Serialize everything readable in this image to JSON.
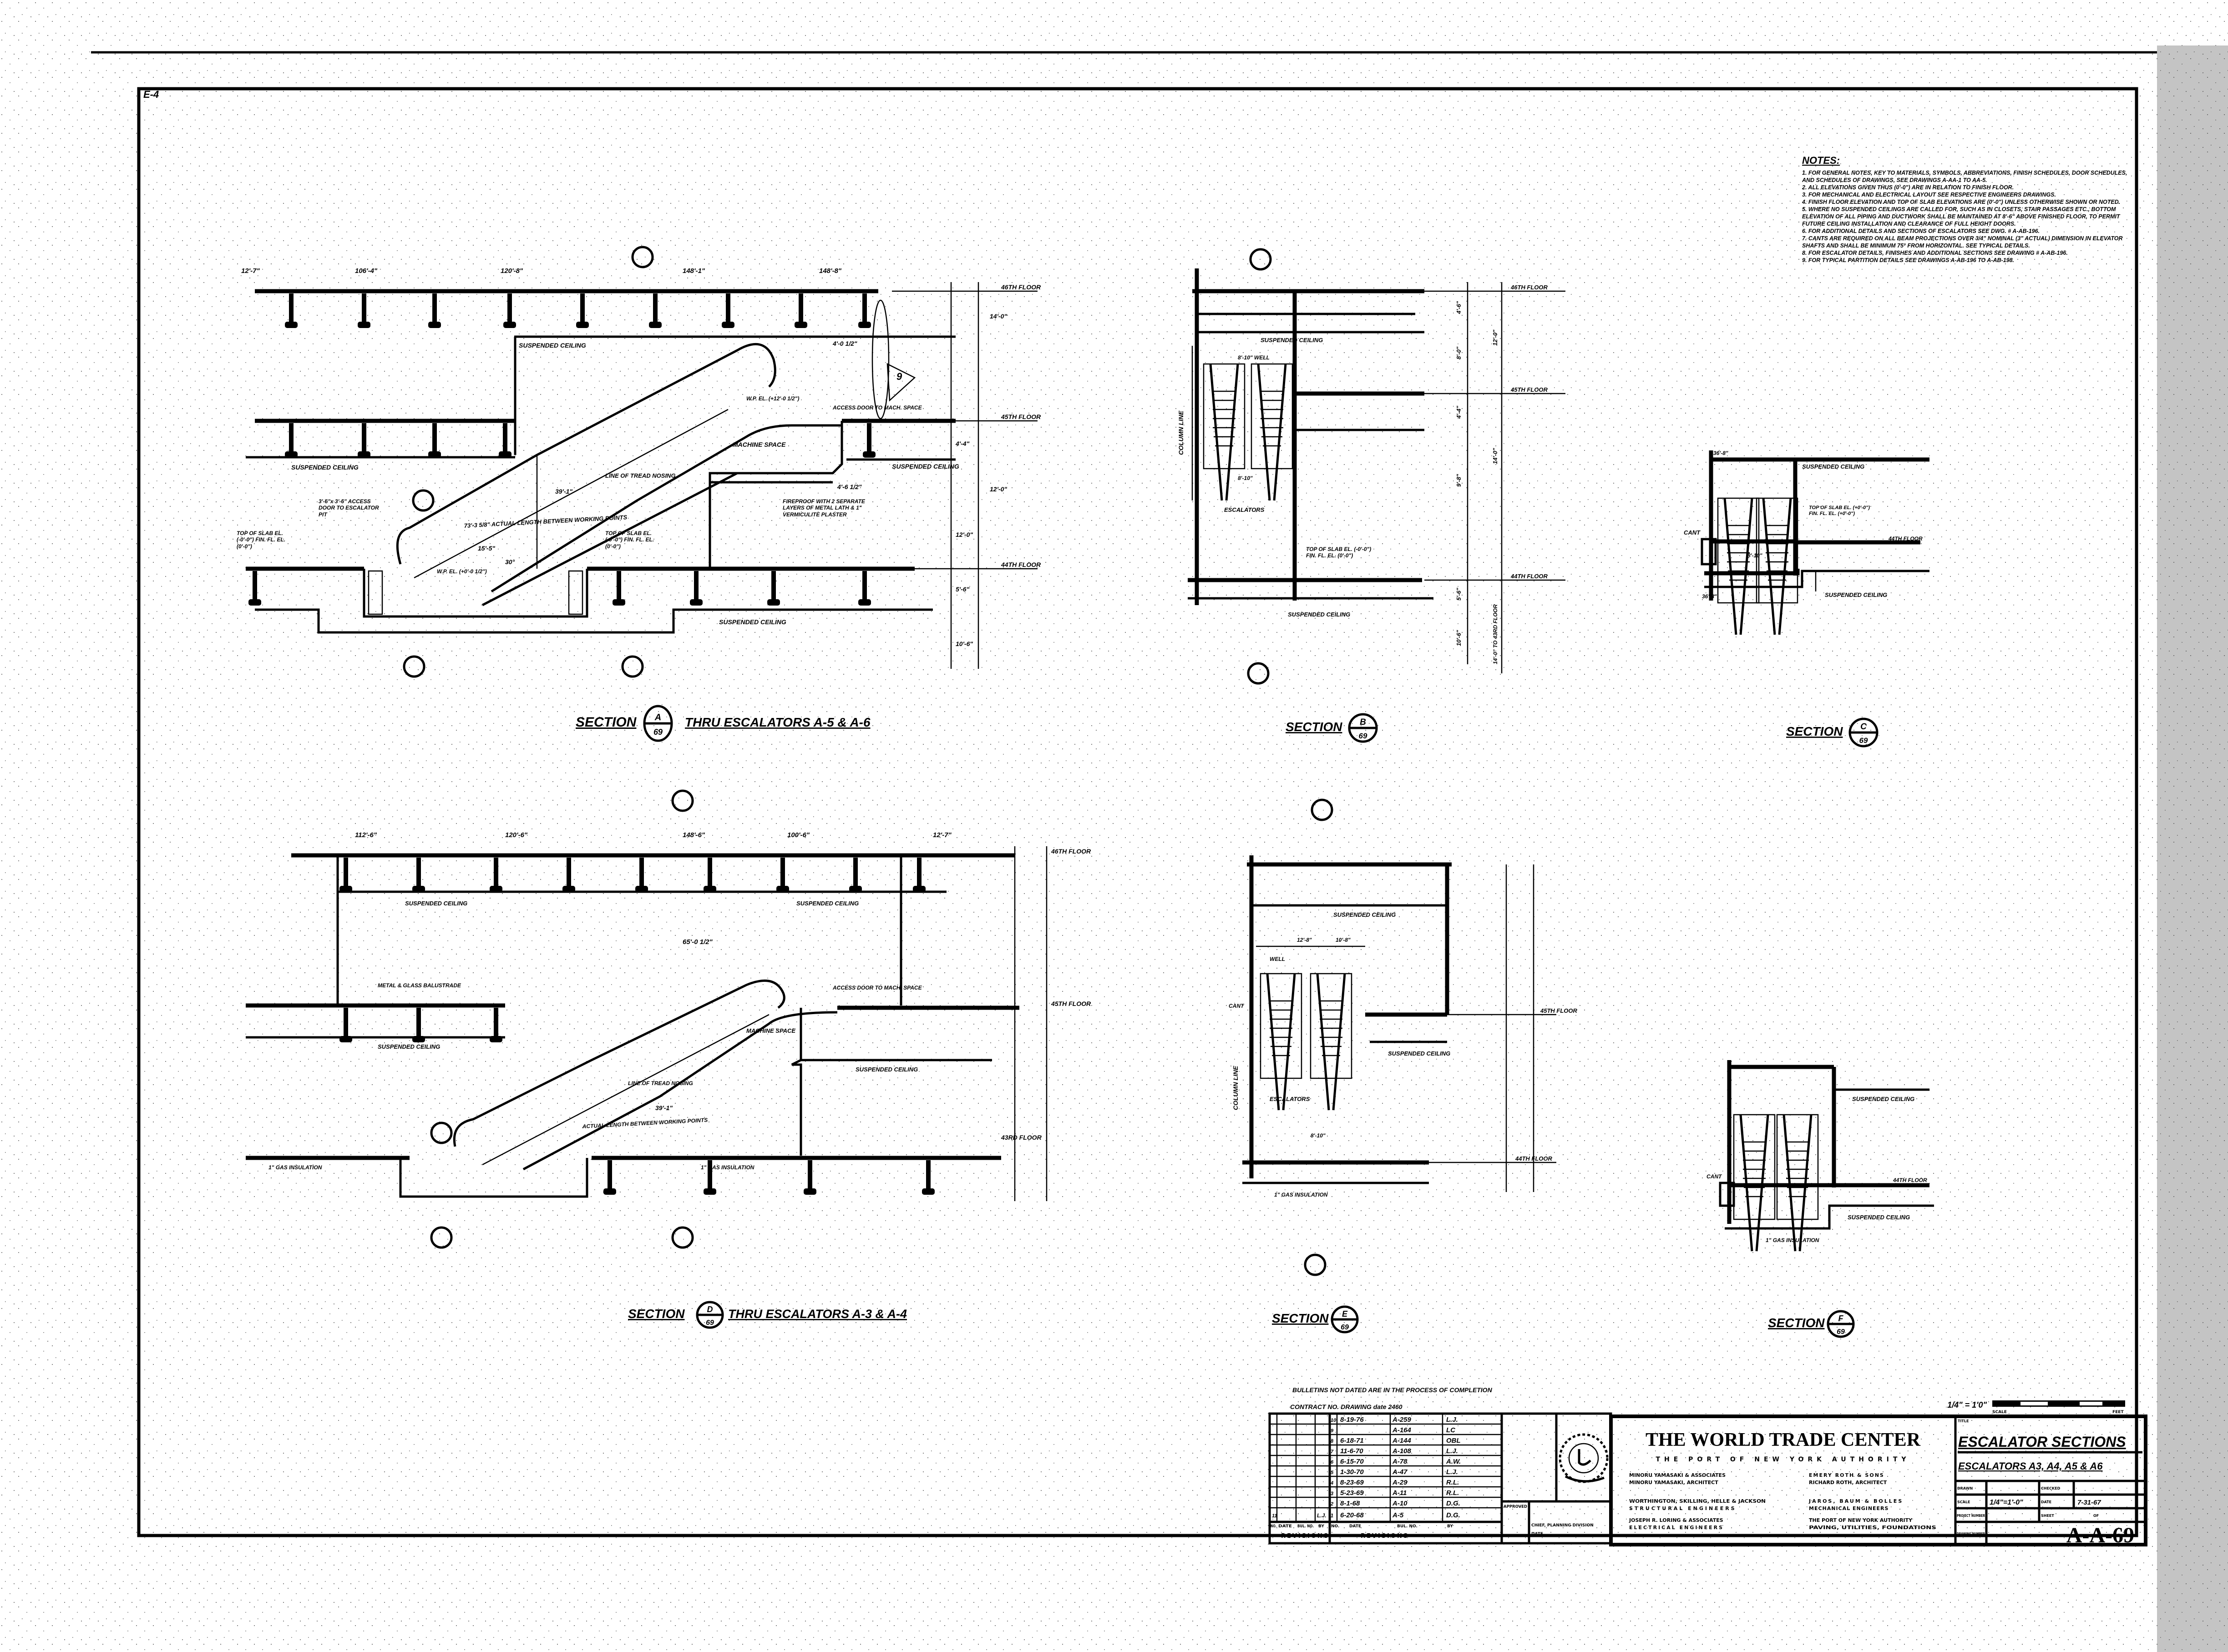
{
  "sheet": {
    "frame_mark": "E-4",
    "scale_bar_label": "1/4\" = 1'0\"",
    "scale_word": "SCALE",
    "feet_word": "FEET"
  },
  "floors": {
    "f46": "46TH FLOOR",
    "f45": "45TH FLOOR",
    "f44": "44TH FLOOR",
    "f43": "43RD FLOOR"
  },
  "sections": [
    {
      "word": "SECTION",
      "letter": "A",
      "sheet": "69",
      "subtitle": "THRU ESCALATORS A-5 & A-6",
      "labels": {
        "ceiling": "SUSPENDED CEILING",
        "machine": "MACHINE SPACE",
        "tread": "LINE OF TREAD NOSING",
        "length": "73'-3 5/8\" ACTUAL LENGTH BETWEEN WORKING POINTS",
        "access": "ACCESS DOOR TO MACH. SPACE",
        "pit_access": "3'-6\"x 3'-6\" ACCESS DOOR TO ESCALATOR PIT",
        "slab": "TOP OF SLAB EL. (-0'-0\") FIN. FL. EL. (0'-0\")",
        "fireproof": "FIREPROOF WITH 2 SEPARATE LAYERS OF METAL LATH & 1\" VERMICULITE PLASTER",
        "wp_top": "W.P. EL. (+12'-0 1/2\")",
        "wp_bot": "W.P. EL. (+0'-0 1/2\")",
        "angle": "30°",
        "run": "39'-1\"",
        "d1": "106'-4\"",
        "d2": "120'-8\"",
        "d3": "148'-1\"",
        "d4": "148'-8\"",
        "d5": "12'-7\"",
        "d6": "4'-0 1/2\"",
        "d7": "4'-6 1/2\"",
        "d8": "15'-5\"",
        "v1": "14'-0\"",
        "v2": "12'-0\"",
        "v3": "4'-4\"",
        "v4": "12'-0\"",
        "v5": "5'-6\"",
        "v6": "10'-6\"",
        "rev": "9"
      }
    },
    {
      "word": "SECTION",
      "letter": "B",
      "sheet": "69",
      "labels": {
        "ceiling": "SUSPENDED CEILING",
        "ceiling2": "SUSPENDED CEILING",
        "escalators": "ESCALATORS",
        "well": "8'-10\" WELL",
        "w2": "8'-10\"",
        "slab": "TOP OF SLAB EL. (-0'-0\") FIN. FL. EL. (0'-0\")",
        "col": "COLUMN LINE",
        "v1": "4'-6\"",
        "v2": "8'-0\"",
        "v3": "4'-4\"",
        "v4": "9'-8\"",
        "v5": "5'-6\"",
        "v6": "10'-6\"",
        "v7": "12'-0\"",
        "v8": "14'-0\"",
        "v9": "14'-0\" TO 43RD FLOOR"
      }
    },
    {
      "word": "SECTION",
      "letter": "C",
      "sheet": "69",
      "labels": {
        "ceiling": "SUSPENDED CEILING",
        "ceiling2": "SUSPENDED CEILING",
        "cant": "CANT",
        "slab": "TOP OF SLAB EL. (+0'-0\") FIN. FL. EL. (+0'-0\")",
        "w": "8'-10\"",
        "d1": "36'-8\"",
        "d2": "36'-8\""
      }
    },
    {
      "word": "SECTION",
      "letter": "D",
      "sheet": "69",
      "subtitle": "THRU ESCALATORS A-3 & A-4",
      "labels": {
        "ceiling": "SUSPENDED CEILING",
        "machine": "MACHINE SPACE",
        "tread": "LINE OF TREAD NOSING",
        "length": "ACTUAL LENGTH BETWEEN WORKING POINTS",
        "access": "ACCESS DOOR TO MACH. SPACE",
        "metal": "METAL & GLASS BALUSTRADE",
        "insul": "1\" GAS INSULATION",
        "d1": "112'-6\"",
        "d2": "120'-6\"",
        "d3": "148'-6\"",
        "d4": "100'-6\"",
        "d5": "12'-7\"",
        "d6": "65'-0 1/2\"",
        "run": "39'-1\""
      }
    },
    {
      "word": "SECTION",
      "letter": "E",
      "sheet": "69",
      "labels": {
        "ceiling": "SUSPENDED CEILING",
        "ceiling2": "SUSPENDED CEILING",
        "escalators": "ESCALATORS",
        "well": "WELL",
        "cant": "CANT",
        "insul": "1\" GAS INSULATION",
        "w1": "12'-8\"",
        "w2": "10'-8\"",
        "w3": "8'-10\"",
        "col": "COLUMN LINE"
      }
    },
    {
      "word": "SECTION",
      "letter": "F",
      "sheet": "69",
      "labels": {
        "ceiling": "SUSPENDED CEILING",
        "ceiling2": "SUSPENDED CEILING",
        "cant": "CANT",
        "insul": "1\" GAS INSULATION"
      }
    }
  ],
  "notes": {
    "title": "NOTES:",
    "items": [
      "1. FOR GENERAL NOTES, KEY TO MATERIALS, SYMBOLS, ABBREVIATIONS, FINISH SCHEDULES, DOOR SCHEDULES, AND SCHEDULES OF DRAWINGS, SEE DRAWINGS A-AA-1 TO AA-5.",
      "2. ALL ELEVATIONS GIVEN THUS (0'-0\") ARE IN RELATION TO FINISH FLOOR.",
      "3. FOR MECHANICAL AND ELECTRICAL LAYOUT SEE RESPECTIVE ENGINEERS DRAWINGS.",
      "4. FINISH FLOOR ELEVATION AND TOP OF SLAB ELEVATIONS ARE (0'-0\") UNLESS OTHERWISE SHOWN OR NOTED.",
      "5. WHERE NO SUSPENDED CEILINGS ARE CALLED FOR, SUCH AS IN CLOSETS, STAIR PASSAGES ETC., BOTTOM ELEVATION OF ALL PIPING AND DUCTWORK SHALL BE MAINTAINED AT 8'-6\" ABOVE FINISHED FLOOR, TO PERMIT FUTURE CEILING INSTALLATION AND CLEARANCE OF FULL HEIGHT DOORS.",
      "6. FOR ADDITIONAL DETAILS AND SECTIONS OF ESCALATORS SEE DWG. # A-AB-196.",
      "7. CANTS ARE REQUIRED ON ALL BEAM PROJECTIONS OVER 3/4\" NOMINAL (3\" ACTUAL) DIMENSION IN ELEVATOR SHAFTS AND SHALL BE MINIMUM 75° FROM HORIZONTAL. SEE TYPICAL DETAILS.",
      "8. FOR ESCALATOR DETAILS, FINISHES AND ADDITIONAL SECTIONS SEE DRAWING # A-AB-196.",
      "9. FOR TYPICAL PARTITION DETAILS SEE DRAWINGS A-AB-196 TO A-AB-198."
    ]
  },
  "revisions": {
    "bulletin_note": "BULLETINS NOT DATED ARE IN THE PROCESS OF COMPLETION",
    "contract_header": "CONTRACT NO. DRAWING date 2460",
    "headers": [
      "NO.",
      "DATE",
      "BUL. NO.",
      "BY"
    ],
    "footer": "REVISIONS",
    "left_rows": [
      {
        "no": "11",
        "date": "",
        "bul": "",
        "by": "L.J."
      }
    ],
    "right_rows": [
      {
        "no": "10",
        "date": "8-19-76",
        "bul": "A-259",
        "by": "L.J."
      },
      {
        "no": "9",
        "date": "",
        "bul": "A-164",
        "by": "LC"
      },
      {
        "no": "8",
        "date": "6-18-71",
        "bul": "A-144",
        "by": "OBL"
      },
      {
        "no": "7",
        "date": "11-6-70",
        "bul": "A-108",
        "by": "L.J."
      },
      {
        "no": "6",
        "date": "6-15-70",
        "bul": "A-78",
        "by": "A.W."
      },
      {
        "no": "5",
        "date": "1-30-70",
        "bul": "A-47",
        "by": "L.J."
      },
      {
        "no": "4",
        "date": "8-23-69",
        "bul": "A-29",
        "by": "R.L."
      },
      {
        "no": "3",
        "date": "5-23-69",
        "bul": "A-11",
        "by": "R.L."
      },
      {
        "no": "2",
        "date": "8-1-68",
        "bul": "A-10",
        "by": "D.G."
      },
      {
        "no": "1",
        "date": "6-20-68",
        "bul": "A-5",
        "by": "D.G."
      }
    ]
  },
  "approval": {
    "approved": "APPROVED",
    "chief": "CHIEF, PLANNING DIVISION",
    "date": "DATE"
  },
  "title_block": {
    "project": "THE WORLD TRADE CENTER",
    "owner": "THE PORT OF NEW YORK AUTHORITY",
    "firms": [
      {
        "name": "MINORU YAMASAKI & ASSOCIATES",
        "role": "MINORU YAMASAKI, ARCHITECT"
      },
      {
        "name": "EMERY ROTH & SONS",
        "role": "RICHARD ROTH, ARCHITECT"
      },
      {
        "name": "WORTHINGTON, SKILLING, HELLE & JACKSON",
        "role": "STRUCTURAL ENGINEERS"
      },
      {
        "name": "JAROS, BAUM & BOLLES",
        "role": "MECHANICAL ENGINEERS"
      },
      {
        "name": "JOSEPH R. LORING & ASSOCIATES",
        "role": "ELECTRICAL ENGINEERS"
      },
      {
        "name": "THE PORT OF NEW YORK AUTHORITY",
        "role": "PAVING, UTILITIES, FOUNDATIONS"
      }
    ],
    "title_label": "TITLE",
    "title": "ESCALATOR SECTIONS",
    "subtitle": "ESCALATORS A3, A4, A5 & A6",
    "drawn_label": "DRAWN",
    "checked_label": "CHECKED",
    "scale_label": "SCALE",
    "scale_value": "1/4\"=1'-0\"",
    "date_label": "DATE",
    "date_value": "7-31-67",
    "project_number_label": "PROJECT NUMBER",
    "sheet_label": "SHEET",
    "of_label": "OF",
    "drawing_number_label": "DRAWING NUMBER",
    "drawing_number": "A-A-69"
  }
}
